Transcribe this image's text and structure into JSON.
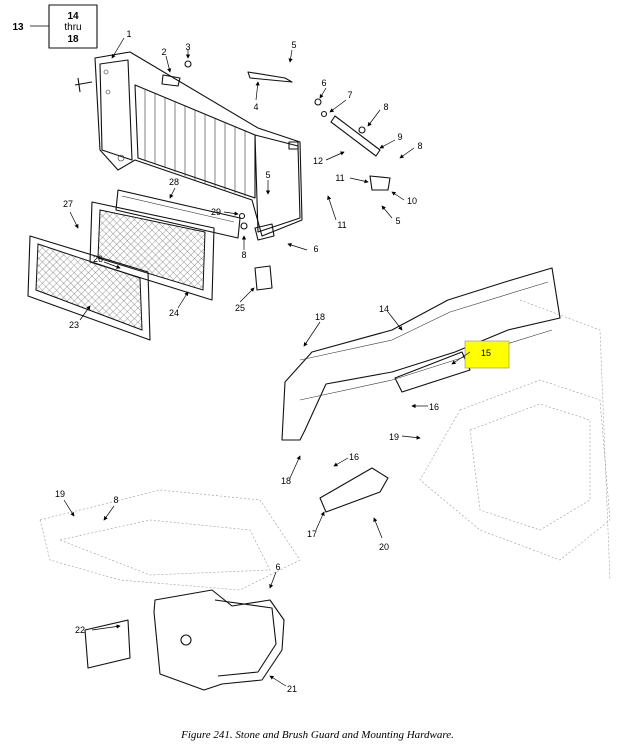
{
  "caption": "Figure 241. Stone and Brush Guard and Mounting Hardware.",
  "group_bracket": {
    "ref": "13",
    "lines": [
      "14",
      "thru",
      "18"
    ]
  },
  "highlight_color": "#ffff00",
  "callouts": [
    "1",
    "2",
    "3",
    "4",
    "5",
    "6",
    "7",
    "8",
    "9",
    "8",
    "12",
    "11",
    "10",
    "5",
    "11",
    "6",
    "5",
    "8",
    "25",
    "28",
    "29",
    "27",
    "26",
    "24",
    "23",
    "14",
    "15",
    "18",
    "16",
    "19",
    "16",
    "18",
    "17",
    "20",
    "19",
    "8",
    "6",
    "22",
    "21"
  ]
}
